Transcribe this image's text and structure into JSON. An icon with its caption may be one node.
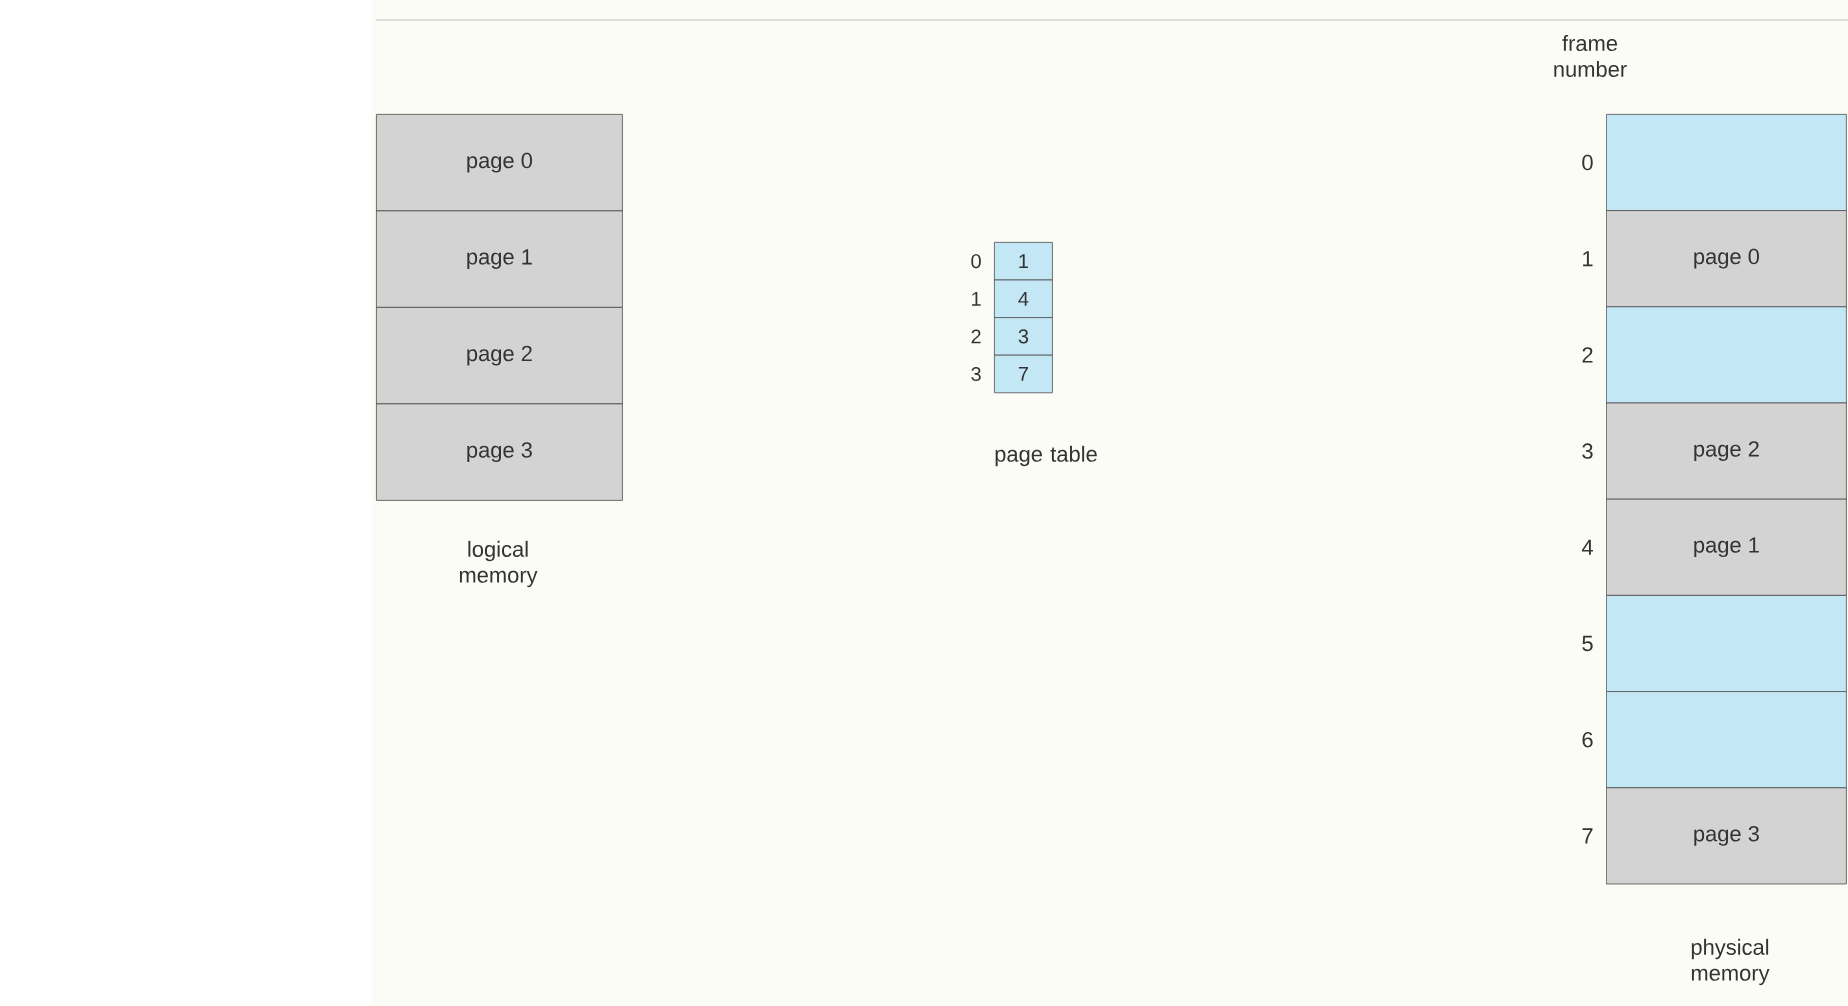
{
  "diagram": {
    "nodes": [
      {
        "text": [
          "page 0"
        ]
      },
      {
        "text": [
          "page 1"
        ]
      },
      {
        "text": [
          "page 2"
        ]
      },
      {
        "text": [
          "page 3"
        ]
      },
      {
        "text": [
          "1"
        ],
        "beside": [
          "0"
        ]
      },
      {
        "text": [
          "4"
        ],
        "beside": [
          "1"
        ]
      },
      {
        "text": [
          "3"
        ],
        "beside": [
          "2"
        ]
      },
      {
        "text": [
          "7"
        ],
        "beside": [
          "3"
        ]
      },
      {
        "text": [],
        "shape": "box",
        "beside": [
          "0"
        ]
      },
      {
        "text": [
          "page 0"
        ],
        "beside": [
          "1"
        ]
      },
      {
        "text": [],
        "shape": "box",
        "beside": [
          "2"
        ]
      },
      {
        "text": [
          "page 2"
        ],
        "beside": [
          "3"
        ]
      },
      {
        "text": [
          "page 1"
        ],
        "beside": [
          "4"
        ]
      },
      {
        "text": [],
        "shape": "box",
        "beside": [
          "5"
        ]
      },
      {
        "text": [],
        "shape": "box",
        "beside": [
          "6"
        ]
      },
      {
        "text": [
          "page 3"
        ],
        "beside": [
          "7"
        ]
      }
    ],
    "labels": [
      "frame number",
      "page table",
      "logical memory",
      "physical memory"
    ]
  }
}
